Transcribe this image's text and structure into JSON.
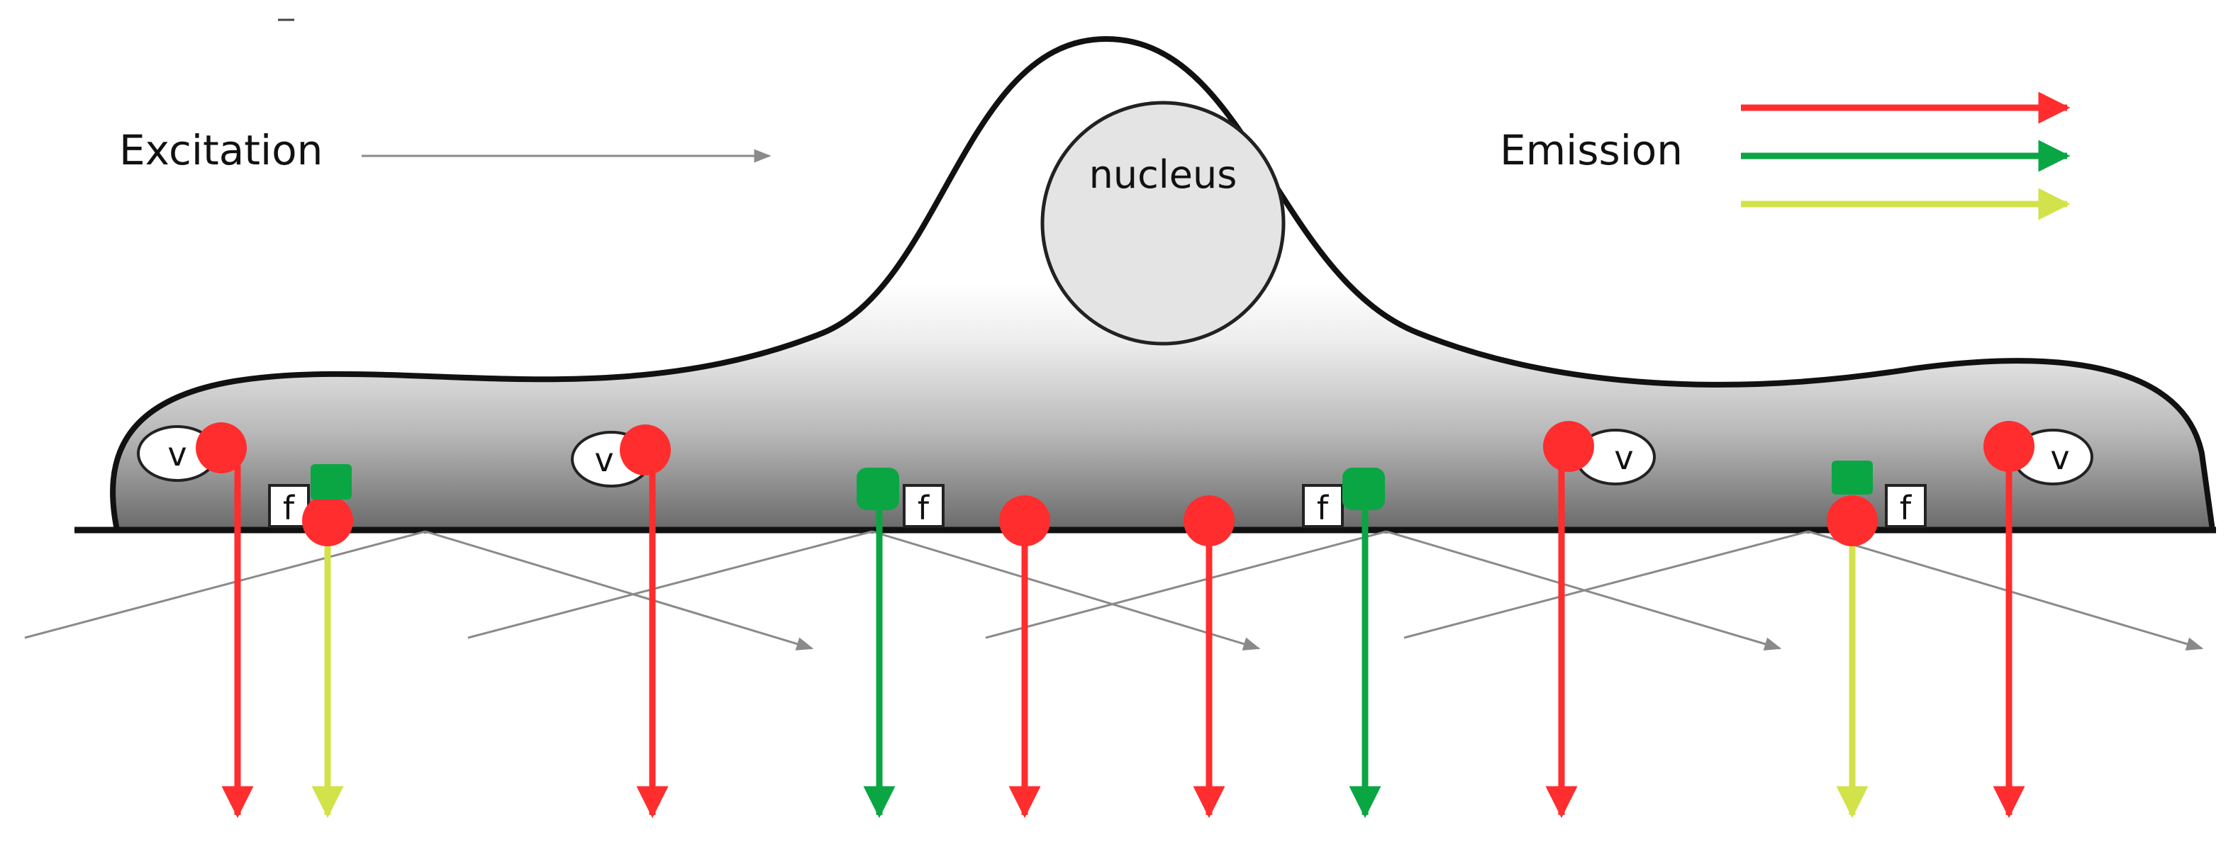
{
  "labels": {
    "excitation": "Excitation",
    "emission": "Emission",
    "nucleus": "nucleus",
    "vesicle": "v",
    "focal": "f"
  },
  "colors": {
    "red": "#ff2d2d",
    "green": "#0aa644",
    "yellow": "#d2e24a",
    "gray_arrow": "#8a8a8a",
    "outline": "#111111",
    "nucleus_fill": "#e4e4e4"
  },
  "emission_arrows": [
    "red",
    "green",
    "yellow"
  ]
}
